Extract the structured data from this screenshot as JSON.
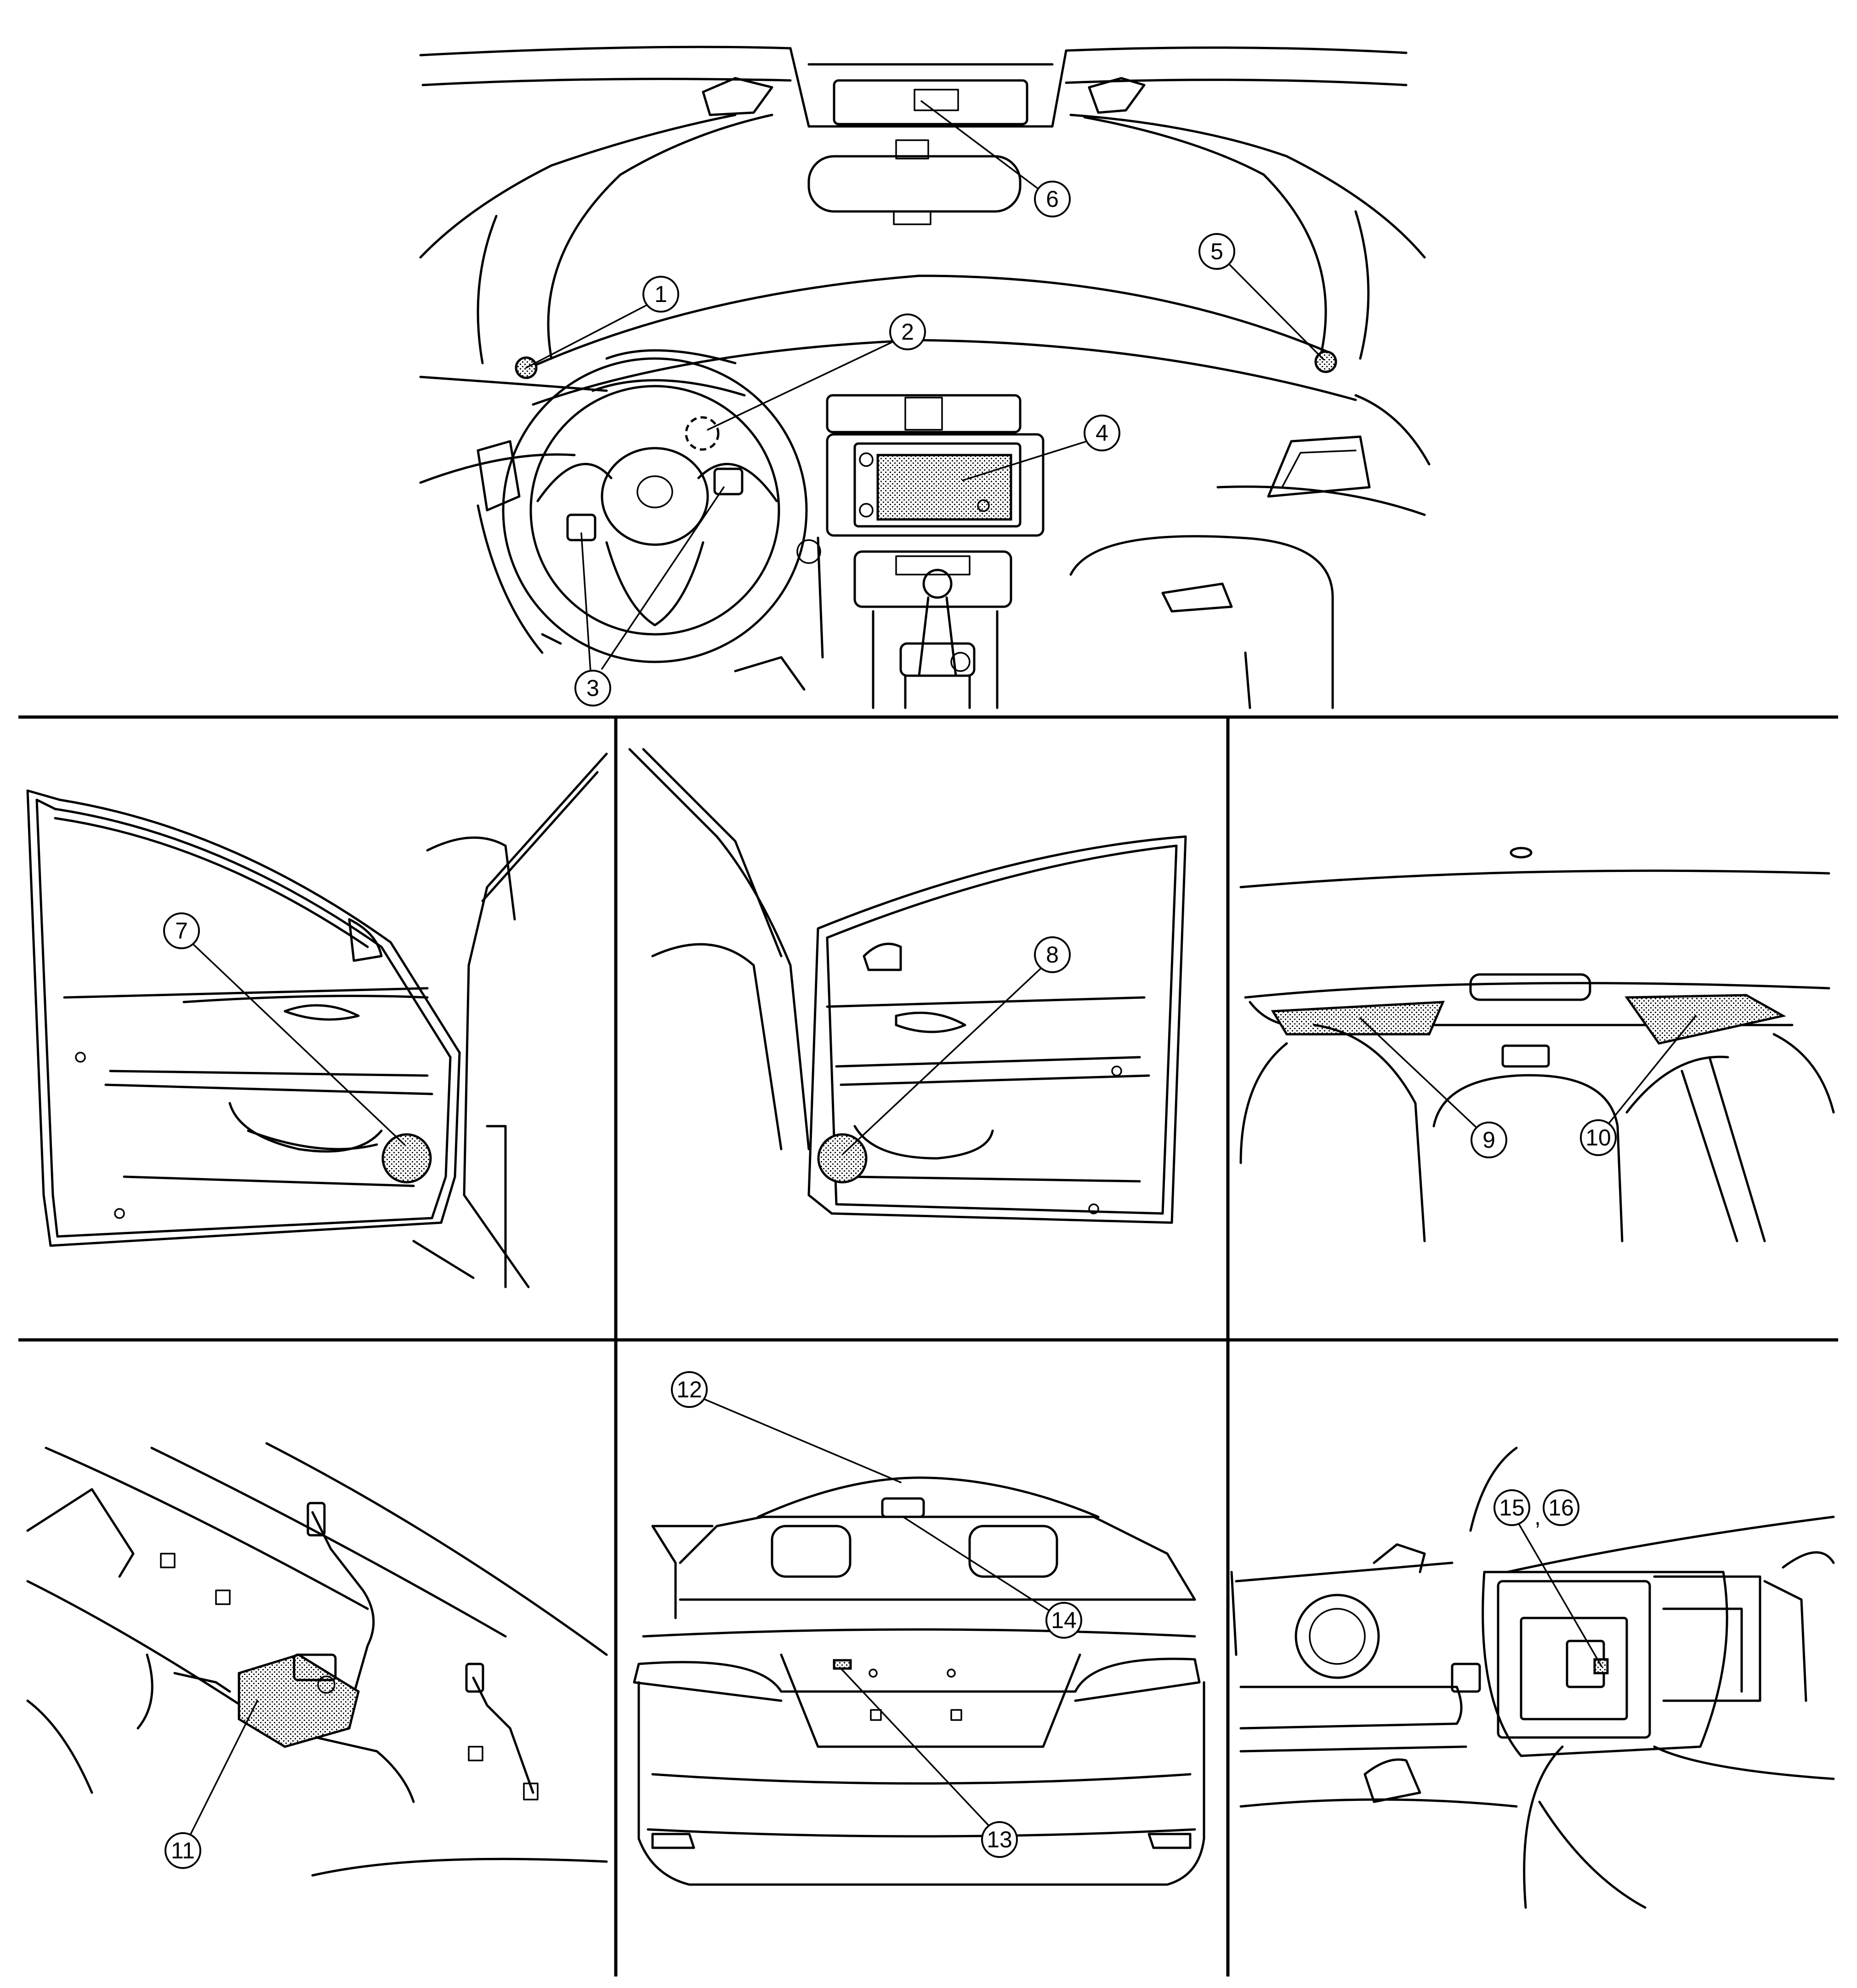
{
  "callouts": {
    "c1": "1",
    "c2": "2",
    "c3": "3",
    "c4": "4",
    "c5": "5",
    "c6": "6",
    "c7": "7",
    "c8": "8",
    "c9": "9",
    "c10": "10",
    "c11": "11",
    "c12": "12",
    "c13": "13",
    "c14": "14",
    "c15": "15",
    "c16": "16",
    "sep": ","
  },
  "colors": {
    "line": "#000000",
    "background": "#ffffff",
    "stipple": "#000000"
  }
}
